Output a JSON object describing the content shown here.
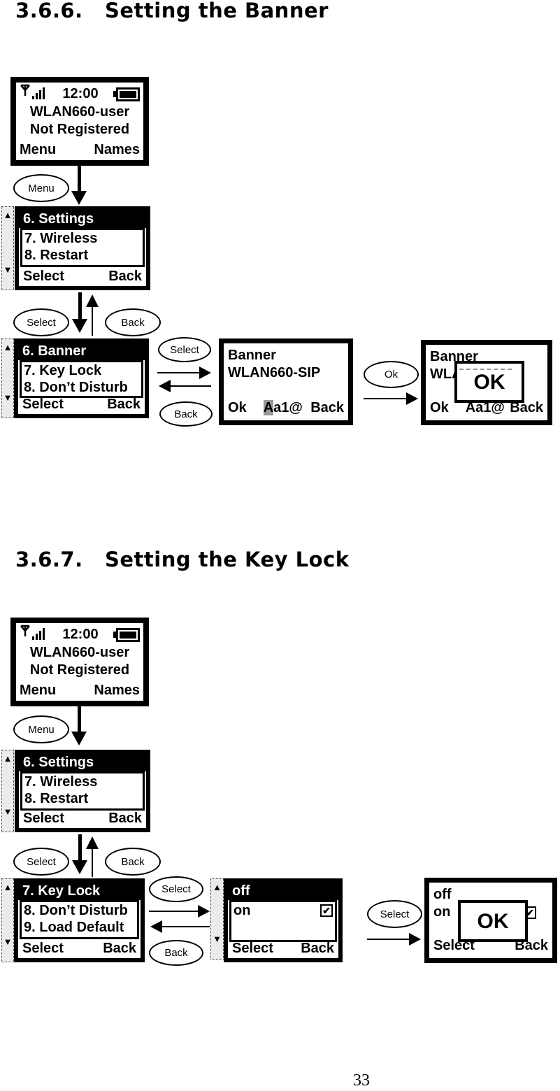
{
  "icons": {
    "up": "▲",
    "down": "▼",
    "check": "✔"
  },
  "page_number": "33",
  "s1": {
    "num": "3.6.6.",
    "title": "Setting the Banner",
    "idle": {
      "time": "12:00",
      "name": "WLAN660-user",
      "status": "Not Registered",
      "left": "Menu",
      "right": "Names"
    },
    "menu_key": "Menu",
    "settings": {
      "header": "6. Settings",
      "item1": "7. Wireless",
      "item2": "8. Restart",
      "left": "Select",
      "right": "Back"
    },
    "select_key": "Select",
    "back_key": "Back",
    "banner_menu": {
      "header": "6. Banner",
      "item1": "7. Key Lock",
      "item2": "8. Don’t Disturb",
      "left": "Select",
      "right": "Back"
    },
    "select_key2": "Select",
    "back_key2": "Back",
    "edit": {
      "line1": "Banner",
      "line2": "WLAN660-SIP",
      "left": "Ok",
      "cursor": "A",
      "after_cursor": "a1@",
      "right": "Back"
    },
    "ok_key": "Ok",
    "confirm": {
      "line1": "Banner",
      "line2": "WLA",
      "left": "Ok",
      "text": "Aa1@",
      "right": "Back",
      "popup": "OK"
    }
  },
  "s2": {
    "num": "3.6.7.",
    "title": "Setting the Key Lock",
    "idle": {
      "time": "12:00",
      "name": "WLAN660-user",
      "status": "Not Registered",
      "left": "Menu",
      "right": "Names"
    },
    "menu_key": "Menu",
    "settings": {
      "header": "6. Settings",
      "item1": "7. Wireless",
      "item2": "8. Restart",
      "left": "Select",
      "right": "Back"
    },
    "select_key": "Select",
    "back_key": "Back",
    "keylock_menu": {
      "header": "7. Key Lock",
      "item1": "8. Don’t Disturb",
      "item2": "9. Load Default",
      "left": "Select",
      "right": "Back"
    },
    "select_key2": "Select",
    "back_key2": "Back",
    "onoff": {
      "header": "off",
      "item1": "on",
      "left": "Select",
      "right": "Back"
    },
    "select_key3": "Select",
    "confirm": {
      "line1": "off",
      "line2": "on",
      "left": "Select",
      "right": "Back",
      "popup": "OK"
    }
  }
}
